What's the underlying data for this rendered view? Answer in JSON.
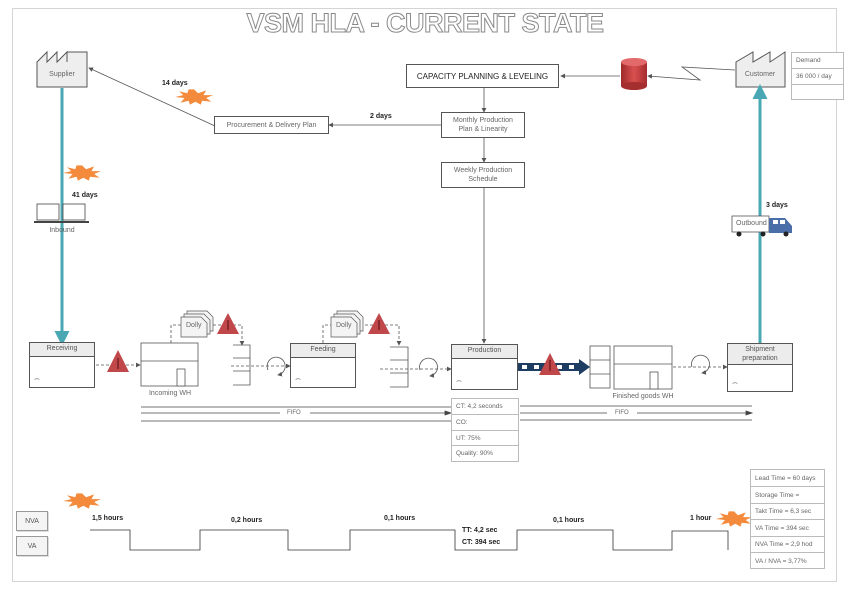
{
  "title": "VSM HLA - CURRENT STATE",
  "entities": {
    "supplier": "Supplier",
    "customer": "Customer",
    "capacity_planning": "CAPACITY PLANNING & LEVELING",
    "monthly_plan": [
      "Monthly Production",
      "Plan & Linearity"
    ],
    "weekly_schedule": [
      "Weekly Production",
      "Schedule"
    ],
    "procurement_plan": "Procurement & Delivery Plan"
  },
  "demand_table": [
    "Demand",
    "36 000 / day",
    ""
  ],
  "lead_labels": {
    "supplier_info": "14 days",
    "procurement": "2 days",
    "inbound": "41 days",
    "outbound": "3 days"
  },
  "transport": {
    "inbound": "Inbound",
    "outbound": "Outbound"
  },
  "processes": [
    {
      "id": "receiving",
      "label": "Receiving"
    },
    {
      "id": "feeding",
      "label": "Feeding"
    },
    {
      "id": "production",
      "label": "Production"
    },
    {
      "id": "shipment",
      "label": "Shipment preparation"
    }
  ],
  "warehouses": {
    "incoming": "Incoming WH",
    "finished": "Finished goods WH"
  },
  "dolly_label": "Dolly",
  "fifo_label": "FIFO",
  "production_data": [
    "CT: 4,2 seconds",
    "CO:",
    "UT: 75%",
    "Quality: 90%"
  ],
  "timeline": {
    "legend": [
      "NVA",
      "VA"
    ],
    "nva_times": [
      "1,5 hours",
      "0,2 hours",
      "0,1 hours",
      "0,1 hours",
      "1 hour"
    ],
    "va_times": [
      "TT: 4,2 sec",
      "CT: 394 sec"
    ]
  },
  "summary": [
    "Lead Time = 60 days",
    "Storage Time =",
    "Takt Time = 6,3 sec",
    "VA Time = 394 sec",
    "NVA Time = 2,9 hod",
    "VA / NVA = 3,77%"
  ],
  "colors": {
    "teal": "#4aa8b4",
    "kaizen": "#f48a3c",
    "warning": "#c0474a",
    "navy": "#1d3d63",
    "truck_blue": "#4a6fa8",
    "db_red": "#c43c3c"
  }
}
